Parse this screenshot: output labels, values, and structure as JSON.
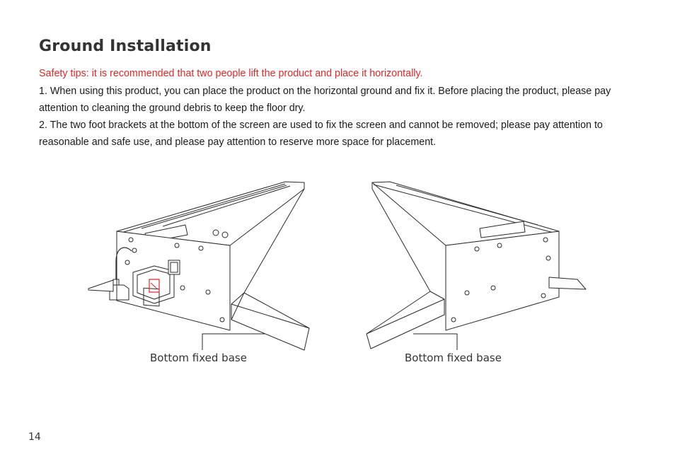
{
  "document": {
    "title": "Ground Installation",
    "safety_tip": "Safety tips: it is recommended that two people lift the product and place it horizontally.",
    "paragraphs": [
      "1. When using this product, you can place the product on the horizontal ground and fix it. Before placing the product, please pay attention to cleaning the ground debris to keep the floor dry.",
      "2. The two foot brackets at the bottom of the screen are used to fix the screen and cannot be removed; please pay attention to reasonable and safe use, and please pay attention to reserve more space for placement."
    ],
    "figure": {
      "left_caption": "Bottom fixed base",
      "right_caption": "Bottom fixed base"
    },
    "page_number": "14"
  },
  "colors": {
    "safety_text": "#e0272b",
    "accent_red": "#e0272b"
  }
}
